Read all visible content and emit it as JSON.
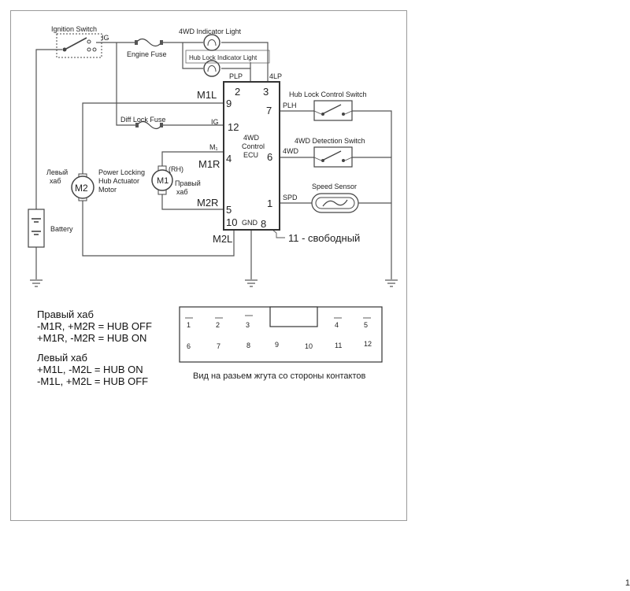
{
  "components": {
    "ignition_switch": "Ignition Switch",
    "ig": "IG",
    "engine_fuse": "Engine Fuse",
    "indicator_4wd": "4WD Indicator Light",
    "hub_lock_indicator": "Hub Lock Indicator Light",
    "diff_lock_fuse": "Diff Lock Fuse",
    "ig2": "IG",
    "ecu_line1": "4WD",
    "ecu_line2": "Control",
    "ecu_line3": "ECU",
    "hub_lock_control_switch": "Hub Lock Control Switch",
    "detection_switch": "4WD Detection Switch",
    "speed_sensor": "Speed Sensor",
    "plp": "PLP",
    "lp4": "4LP",
    "plh": "PLH",
    "wd4": "4WD",
    "spd": "SPD",
    "gnd": "GND",
    "m1_small": "M₁",
    "motor_line1": "Power Locking",
    "motor_line2": "Hub Actuator",
    "motor_line3": "Motor",
    "rh": "(RH)",
    "battery": "Battery"
  },
  "annotations": {
    "m1l": "M1L",
    "m1r": "M1R",
    "m2r": "M2R",
    "m2l": "M2L",
    "m1": "M1",
    "m2": "M2",
    "left_hub_1": "Левый",
    "left_hub_2": "хаб",
    "right_hub_1": "Правый",
    "right_hub_2": "хаб",
    "free_pin": "11 - свободный"
  },
  "pins": {
    "p2": "2",
    "p3": "3",
    "p9": "9",
    "p7": "7",
    "p12": "12",
    "p4": "4",
    "p6": "6",
    "p1": "1",
    "p5": "5",
    "p10": "10",
    "p8": "8"
  },
  "legend": {
    "right_title": "Правый хаб",
    "right_off": "-M1R, +M2R = HUB OFF",
    "right_on": "+M1R, -M2R = HUB ON",
    "left_title": "Левый хаб",
    "left_on": "+M1L, -M2L = HUB ON",
    "left_off": "-M1L, +M2L = HUB OFF"
  },
  "connector": {
    "caption": "Вид на разьем жгута со стороны контактов",
    "top_pins": [
      "1",
      "2",
      "3",
      "4",
      "5"
    ],
    "bottom_pins": [
      "6",
      "7",
      "8",
      "9",
      "10",
      "11",
      "12"
    ]
  },
  "page_number": "1"
}
